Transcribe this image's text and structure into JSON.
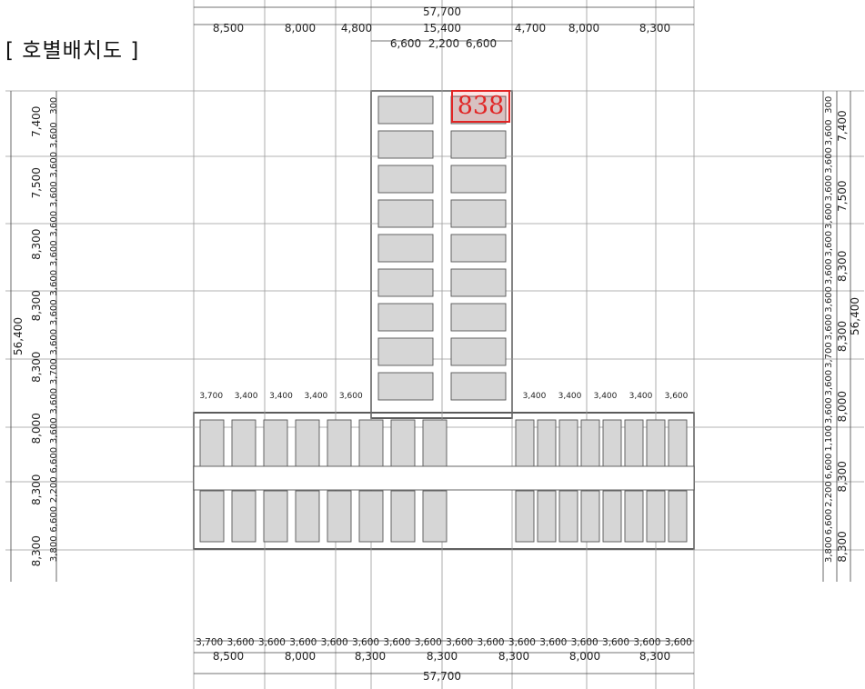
{
  "title": "[ 호별배치도 ]",
  "highlight": {
    "label": "838",
    "color": "#e12525"
  },
  "dims": {
    "total_width": "57,700",
    "top_row": [
      "8,500",
      "8,000",
      "4,800",
      "15,400",
      "4,700",
      "8,000",
      "8,300"
    ],
    "top_row2": [
      "6,600",
      "2,200",
      "6,600"
    ],
    "bottom_row1": [
      "3,700",
      "3,600",
      "3,600",
      "3,600",
      "3,600",
      "3,600",
      "3,600",
      "3,600",
      "3,600",
      "3,600",
      "3,600",
      "3,600",
      "3,600",
      "3,600",
      "3,600",
      "3,600"
    ],
    "bottom_row2": [
      "8,500",
      "8,000",
      "8,300",
      "8,300",
      "8,300",
      "8,000",
      "8,300"
    ],
    "bottom_total": "57,700",
    "left_outer": [
      "7,400",
      "7,500",
      "8,300",
      "8,300",
      "8,300",
      "8,000",
      "8,300",
      "8,300"
    ],
    "left_inner": [
      "300",
      "3,600",
      "3,600",
      "3,600",
      "3,600",
      "3,600",
      "3,600",
      "3,600",
      "3,600",
      "3,700",
      "3,600",
      "3,600",
      "6,600",
      "2,200",
      "6,600",
      "3,800"
    ],
    "left_total": "56,400",
    "right_outer": [
      "7,400",
      "7,500",
      "8,300",
      "8,300",
      "8,000",
      "8,300",
      "8,300"
    ],
    "right_inner": [
      "300",
      "3,600",
      "3,600",
      "3,600",
      "3,600",
      "3,600",
      "3,600",
      "3,600",
      "3,600",
      "3,700",
      "3,600",
      "3,600",
      "1,100",
      "6,600",
      "2,200",
      "6,600",
      "3,800"
    ],
    "right_total": "56,400",
    "wing_top_left": [
      "3,700",
      "3,400",
      "3,400",
      "3,400",
      "3,600"
    ],
    "wing_top_right": [
      "3,400",
      "3,400",
      "3,400",
      "3,400",
      "3,600"
    ]
  }
}
